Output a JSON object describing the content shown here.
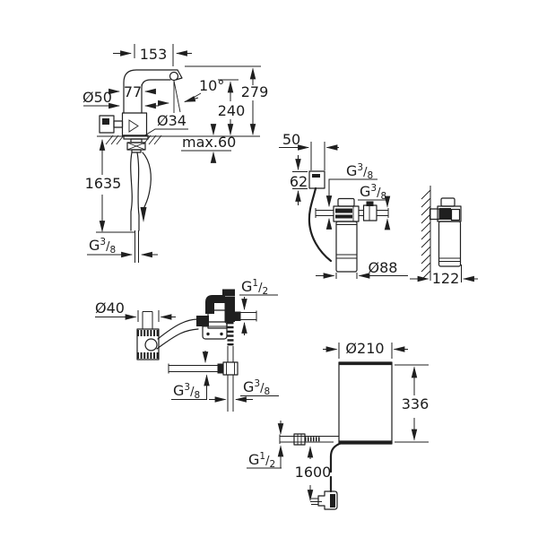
{
  "colors": {
    "line": "#1f1f1f",
    "background": "#ffffff"
  },
  "drawings": {
    "faucet": {
      "labels": {
        "spout_reach": "153",
        "spout_offset": "77",
        "stream_angle": "10°",
        "height_top": "279",
        "height_outlet": "240",
        "base_dia": "Ø50",
        "hole_dia": "Ø34",
        "deck_thickness": "max.60",
        "hose_length": "1635",
        "thread": {
          "base": "G",
          "sup": "3",
          "slash": "/",
          "sub": "8"
        }
      }
    },
    "filter": {
      "labels": {
        "head_width": "50",
        "head_height": "62",
        "thread_inlet": {
          "base": "G",
          "sup": "3",
          "slash": "/",
          "sub": "8"
        },
        "thread_outlet": {
          "base": "G",
          "sup": "3",
          "slash": "/",
          "sub": "8"
        },
        "cartridge_dia": "Ø88",
        "wall_depth": "122"
      }
    },
    "valve": {
      "labels": {
        "coupling_dia": "Ø40",
        "thread_top": {
          "base": "G",
          "sup": "1",
          "slash": "/",
          "sub": "2"
        },
        "thread_left": {
          "base": "G",
          "sup": "3",
          "slash": "/",
          "sub": "8"
        },
        "thread_bottom": {
          "base": "G",
          "sup": "3",
          "slash": "/",
          "sub": "8"
        }
      }
    },
    "boiler": {
      "labels": {
        "dia": "Ø210",
        "height": "336",
        "thread_inlet": {
          "base": "G",
          "sup": "1",
          "slash": "/",
          "sub": "2"
        },
        "cable_length": "1600"
      }
    }
  }
}
